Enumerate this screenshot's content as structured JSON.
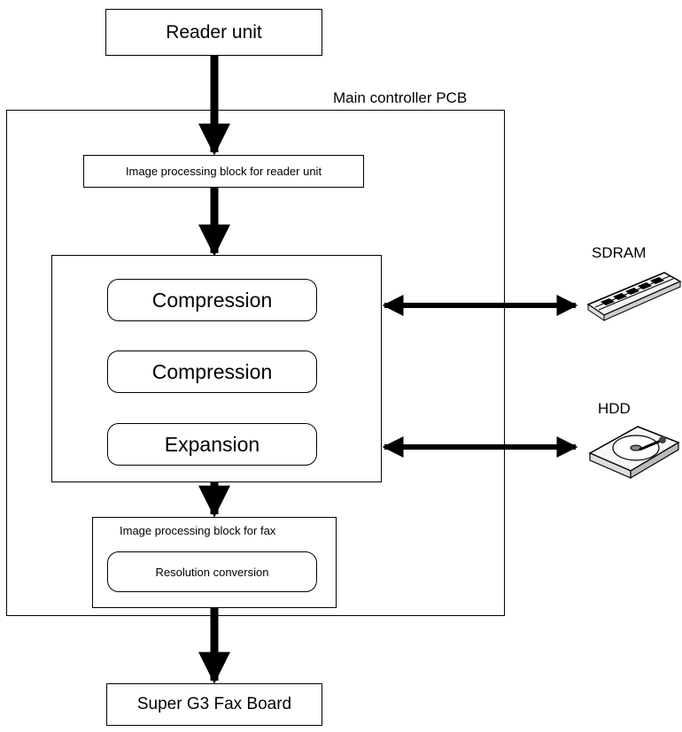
{
  "reader_unit": {
    "label": "Reader unit"
  },
  "main_controller": {
    "label": "Main controller PCB"
  },
  "image_block_reader": {
    "label": "Image processing block for reader unit"
  },
  "codec_block": {
    "items": [
      "Compression",
      "Compression",
      "Expansion"
    ]
  },
  "image_block_fax": {
    "label": "Image processing block for fax",
    "resolution_label": "Resolution conversion"
  },
  "sdram": {
    "label": "SDRAM"
  },
  "hdd": {
    "label": "HDD"
  },
  "fax_board": {
    "label": "Super G3 Fax Board"
  }
}
